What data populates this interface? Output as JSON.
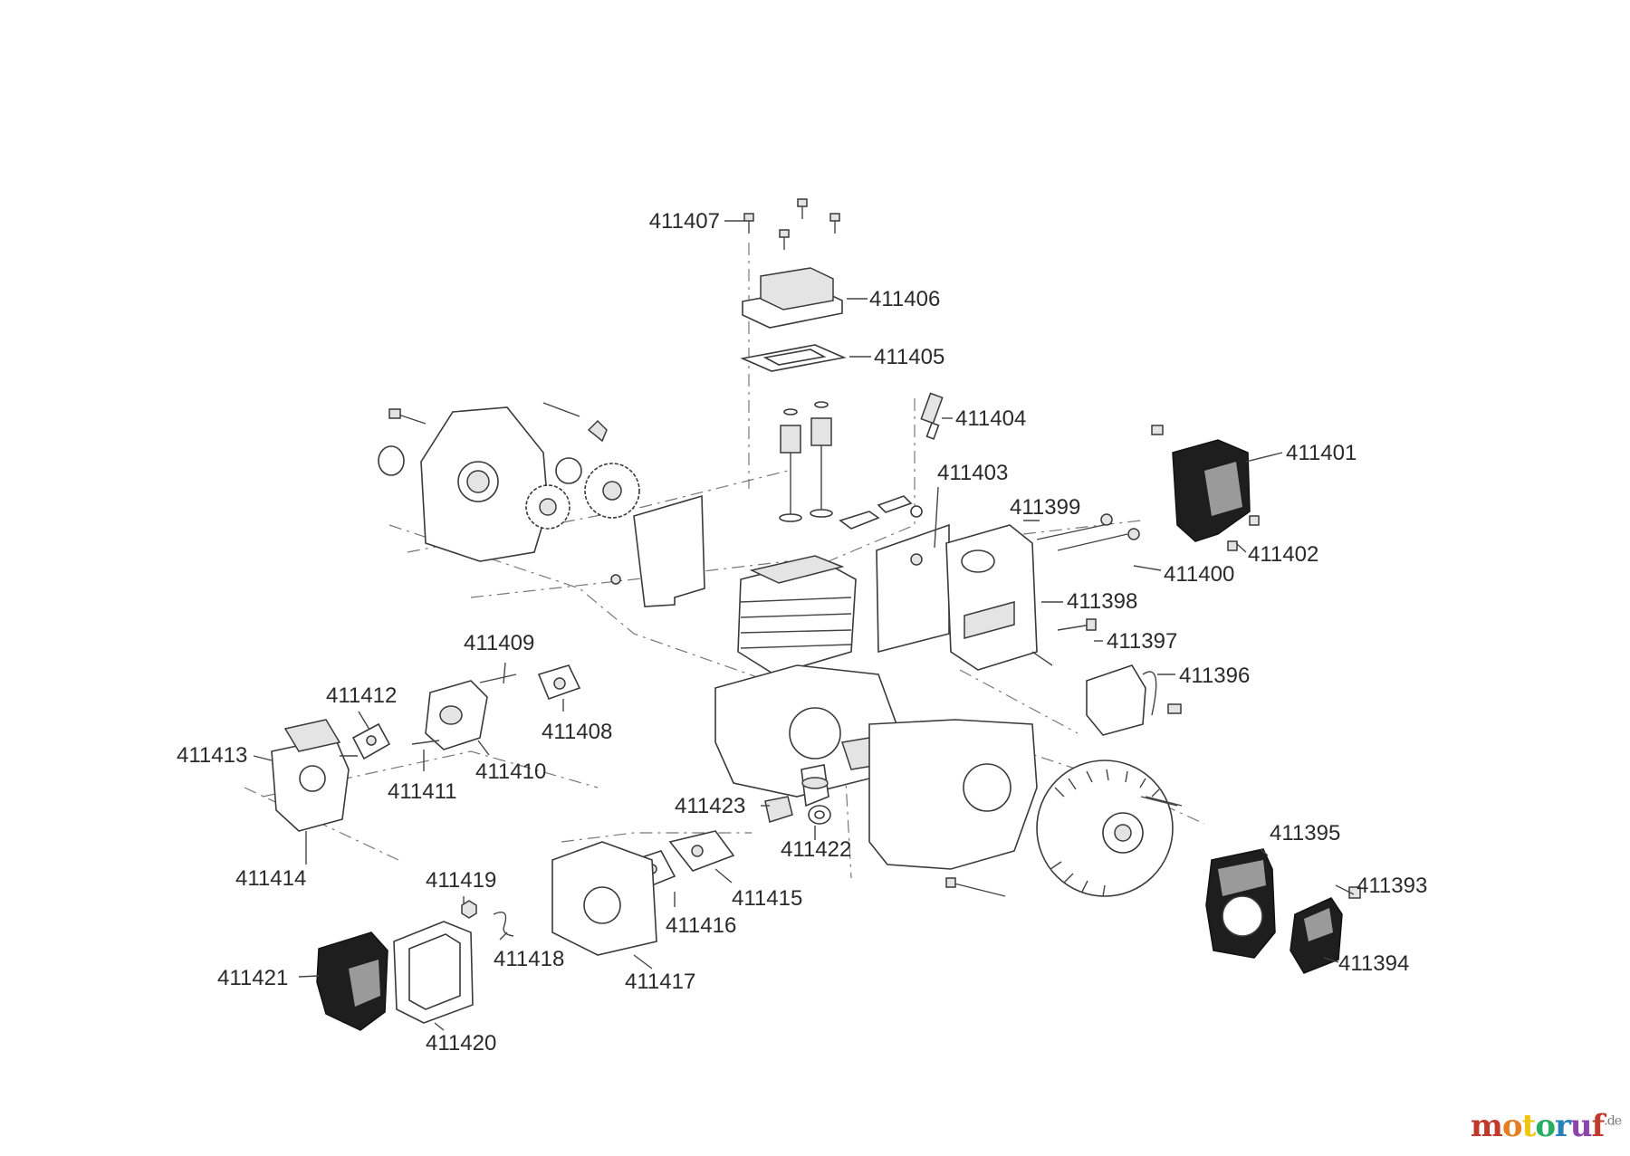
{
  "labels": {
    "l411407": "411407",
    "l411406": "411406",
    "l411405": "411405",
    "l411404": "411404",
    "l411401": "411401",
    "l411403": "411403",
    "l411399": "411399",
    "l411402": "411402",
    "l411400": "411400",
    "l411398": "411398",
    "l411397": "411397",
    "l411409": "411409",
    "l411396": "411396",
    "l411412": "411412",
    "l411408": "411408",
    "l411413": "411413",
    "l411410": "411410",
    "l411411": "411411",
    "l411423": "411423",
    "l411422": "411422",
    "l411395": "411395",
    "l411414": "411414",
    "l411419": "411419",
    "l411415": "411415",
    "l411393": "411393",
    "l411416": "411416",
    "l411418": "411418",
    "l411394": "411394",
    "l411421": "411421",
    "l411417": "411417",
    "l411420": "411420"
  },
  "watermark": {
    "text": "motoruf",
    "suffix": ".de",
    "letter_colors": [
      "#c0392b",
      "#e67e22",
      "#f1c40f",
      "#27ae60",
      "#2980b9",
      "#8e44ad",
      "#c0392b"
    ]
  }
}
